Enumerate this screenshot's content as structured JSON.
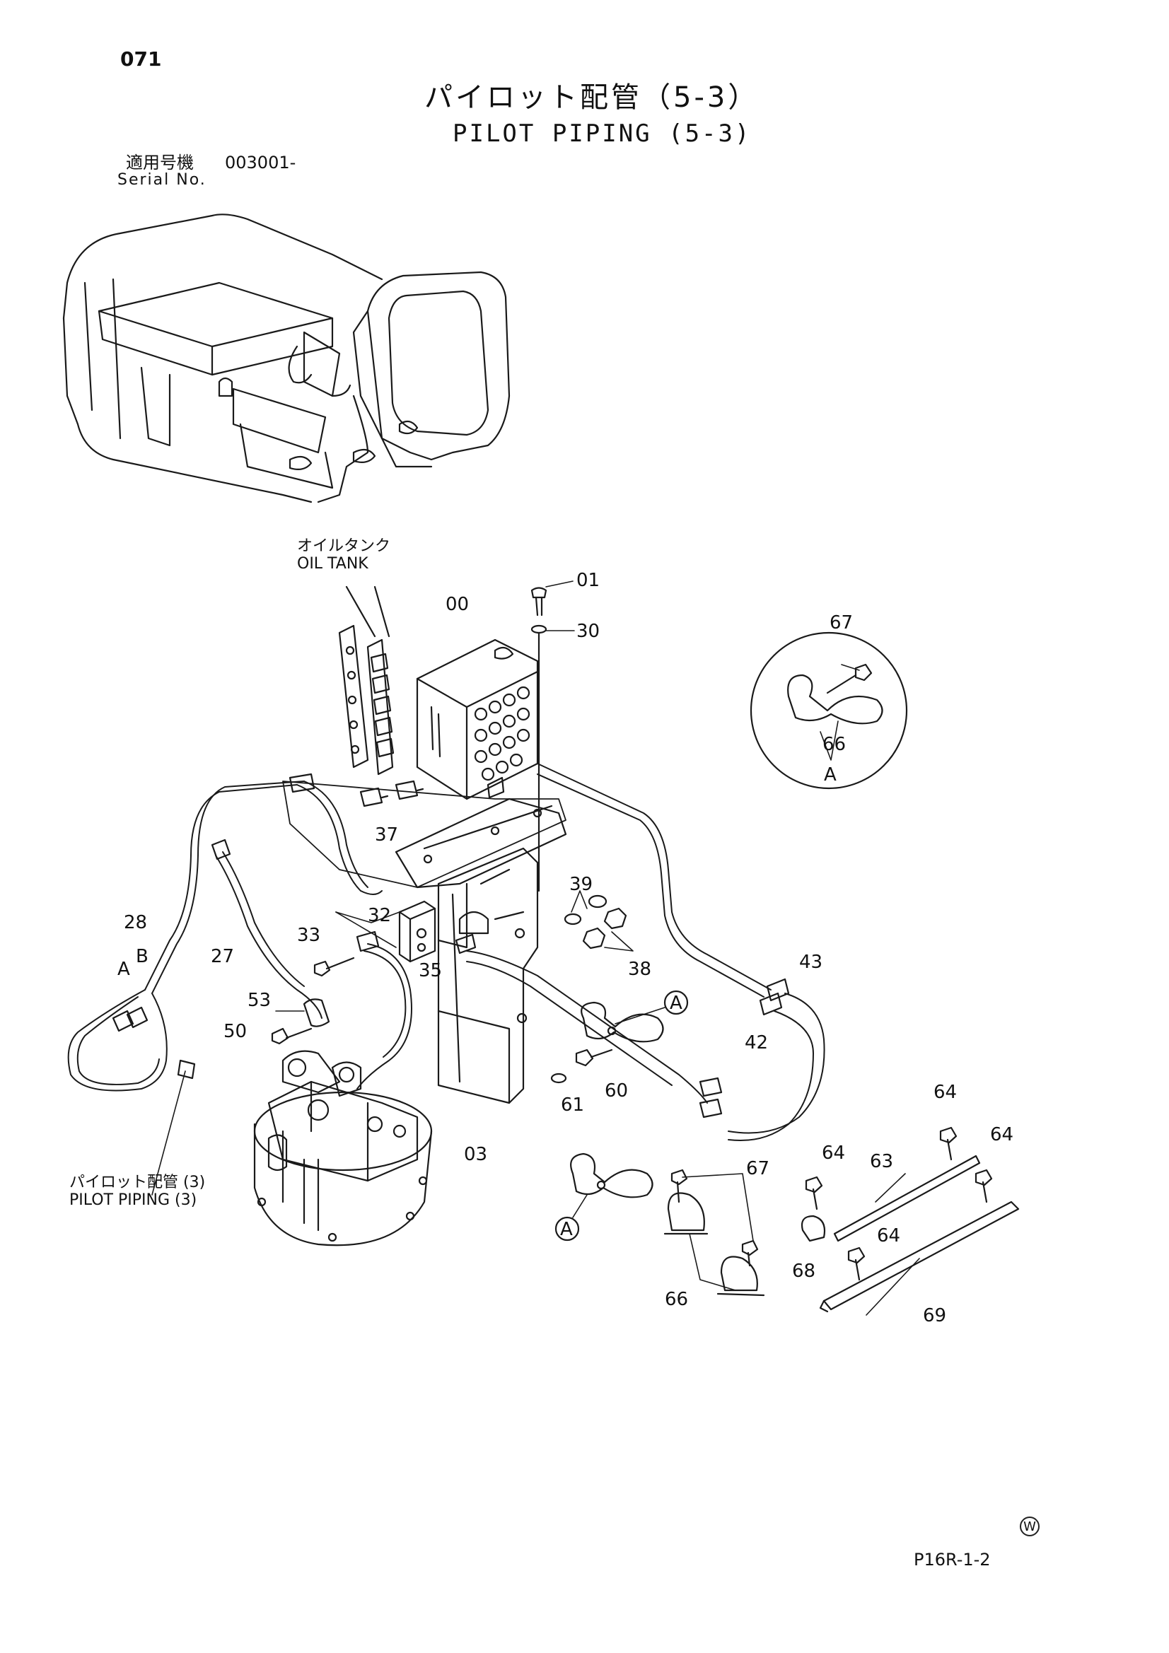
{
  "page_number": "071",
  "title_jp": "パイロット配管（5-3）",
  "title_en": "PILOT PIPING (5-3)",
  "serial_label_jp": "適用号機",
  "serial_value": "003001-",
  "serial_label_en": "Serial No.",
  "callouts": {
    "oil_tank_jp": "オイルタンク",
    "oil_tank_en": "OIL TANK",
    "pilot_piping_jp": "パイロット配管 (3)",
    "pilot_piping_en": "PILOT PIPING (3)"
  },
  "part_labels": [
    "01",
    "00",
    "30",
    "67",
    "66",
    "A",
    "37",
    "39",
    "28",
    "A",
    "B",
    "32",
    "33",
    "27",
    "35",
    "38",
    "43",
    "42",
    "A",
    "53",
    "50",
    "60",
    "61",
    "03",
    "64",
    "63",
    "64",
    "64",
    "67",
    "68",
    "64",
    "A",
    "66",
    "69"
  ],
  "detail_label": "A",
  "footer_code": "P16R-1-2",
  "footer_mark": "W"
}
